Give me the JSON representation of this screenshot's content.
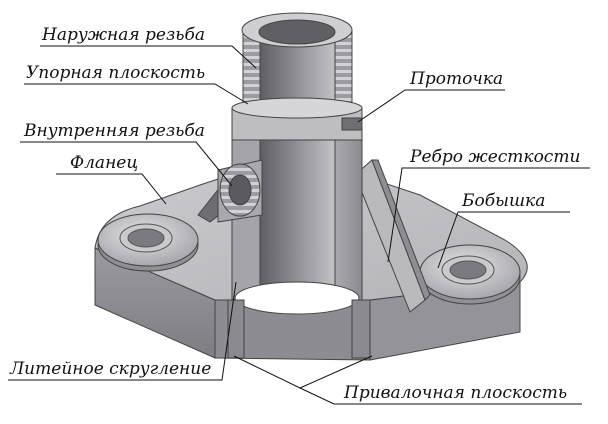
{
  "labels": {
    "external_thread": "Наружная резьба",
    "thrust_plane": "Упорная плоскость",
    "internal_thread": "Внутренняя резьба",
    "flange": "Фланец",
    "groove": "Проточка",
    "stiffening_rib": "Ребро жесткости",
    "boss": "Бобышка",
    "casting_fillet": "Литейное скругление",
    "mounting_plane": "Привалочная плоскость"
  },
  "colors": {
    "background": "#ffffff",
    "metal_light": "#cfcfd3",
    "metal_mid": "#a9a9ae",
    "metal_dark": "#6f6f75",
    "label": "#111111"
  }
}
